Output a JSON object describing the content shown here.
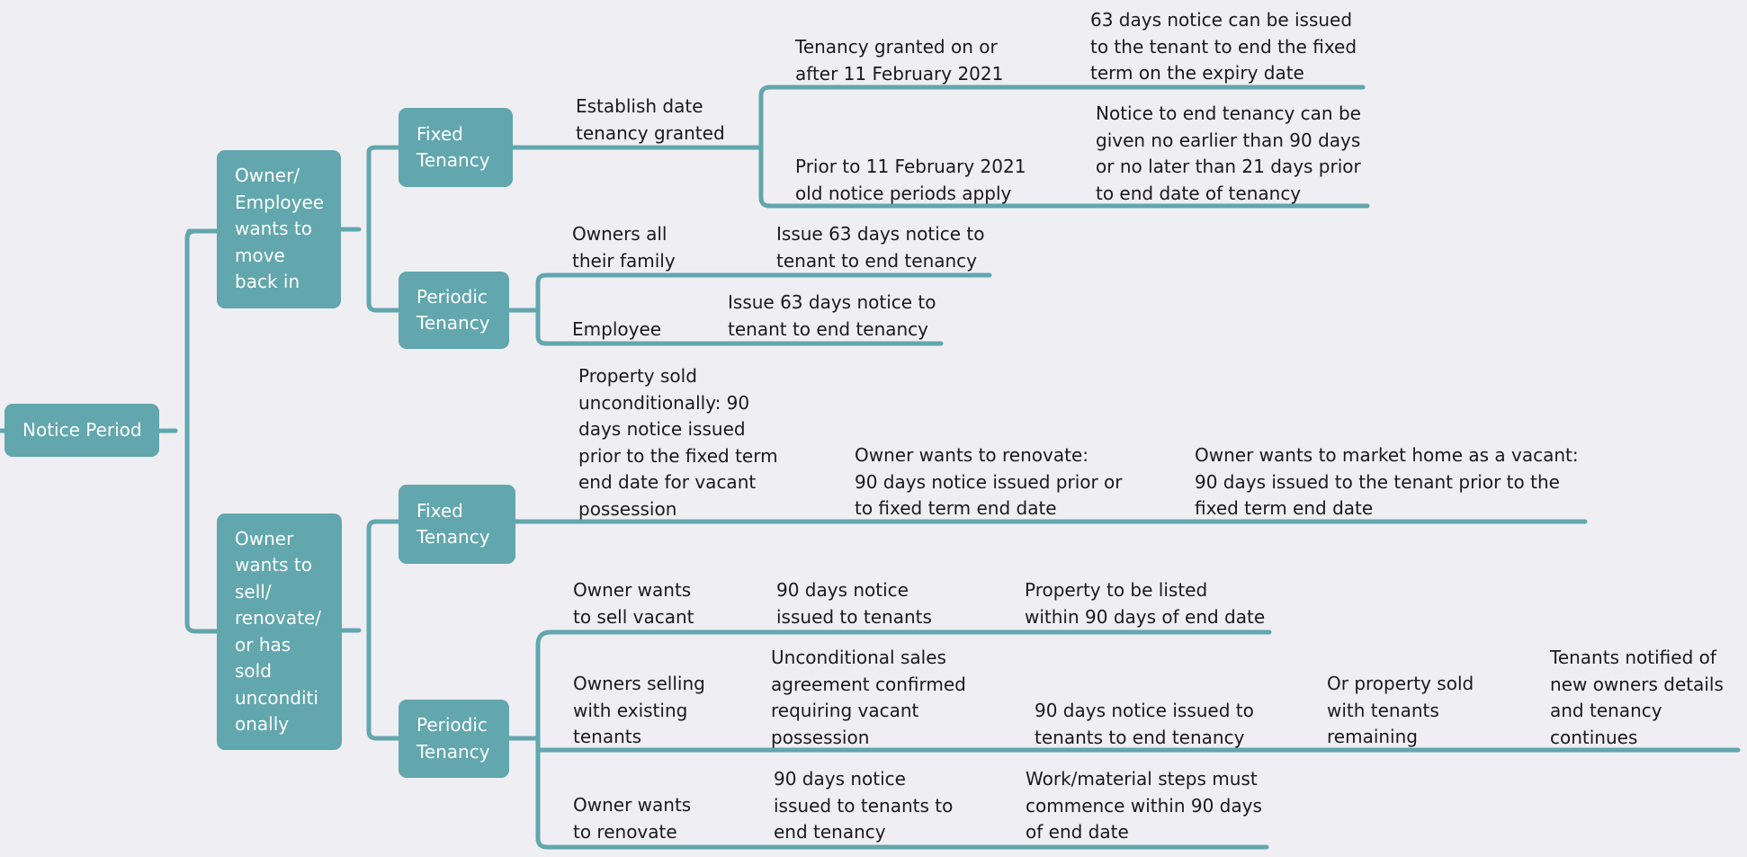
{
  "colors": {
    "background": "#efeef3",
    "node": "#61a7ad",
    "line": "#61a7ad",
    "text": "#1a1a1a"
  },
  "root": {
    "label": "Notice Period"
  },
  "branches": {
    "move_back": {
      "label": "Owner/\nEmployee\nwants to\nmove\nback in",
      "fixed": {
        "label": "Fixed\nTenancy",
        "establish": "Establish date\ntenancy granted",
        "after_2021": "Tenancy granted on or\nafter 11 February 2021",
        "after_2021_notice": "63 days notice can be issued\nto the tenant to end the fixed\nterm on the expiry date",
        "prior_2021": "Prior to 11 February 2021\nold notice periods apply",
        "prior_2021_notice": "Notice to end tenancy can be\ngiven no earlier than 90 days\nor no later than 21 days prior\nto end date of tenancy"
      },
      "periodic": {
        "label": "Periodic\nTenancy",
        "owners": "Owners all\ntheir family",
        "owners_notice": "Issue 63 days notice to\ntenant to end tenancy",
        "employee": "Employee",
        "employee_notice": "Issue 63 days notice to\ntenant to end tenancy"
      }
    },
    "sell": {
      "label": "Owner\nwants to\nsell/\nrenovate/\nor has\nsold\nunconditi\nonally",
      "fixed": {
        "label": "Fixed\nTenancy",
        "sold": "Property sold\nunconditionally: 90\ndays notice issued\nprior to the fixed term\nend date for vacant\npossession",
        "renovate": "Owner wants to renovate:\n90 days notice issued prior or\nto fixed term end date",
        "vacant": "Owner wants to market home as a vacant:\n90 days issued to the tenant prior to the\nfixed term end date"
      },
      "periodic": {
        "label": "Periodic\nTenancy",
        "sell_vacant": "Owner wants\nto sell vacant",
        "sell_vacant_notice": "90 days notice\nissued to tenants",
        "sell_vacant_list": "Property to be listed\nwithin 90 days of end date",
        "existing": "Owners selling\nwith existing\ntenants",
        "existing_agreement": "Unconditional sales\nagreement confirmed\nrequiring vacant\npossession",
        "existing_notice": "90 days notice issued to\ntenants to end tenancy",
        "existing_sold": "Or property sold\nwith tenants\nremaining",
        "existing_continue": "Tenants notified of\nnew owners details\nand tenancy\ncontinues",
        "renovate": "Owner wants\nto renovate",
        "renovate_notice": "90 days notice\nissued to tenants to\nend tenancy",
        "renovate_work": "Work/material steps must\ncommence within 90 days\nof end date"
      }
    }
  }
}
